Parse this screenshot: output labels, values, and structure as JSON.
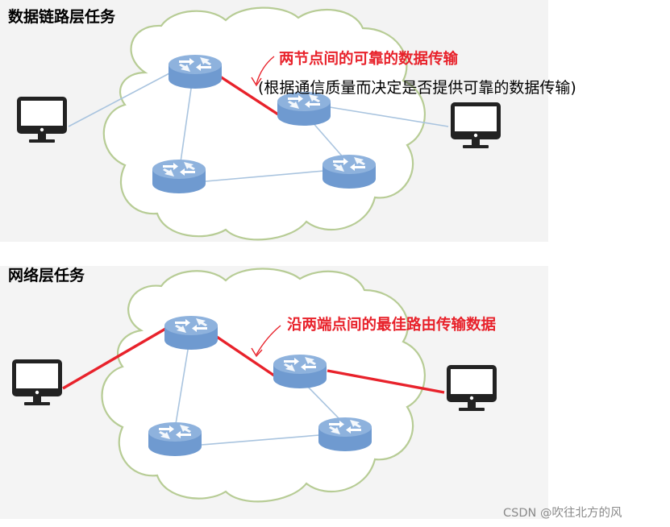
{
  "sections": {
    "data_link": {
      "title": "数据链路层任务",
      "annotation_main": "两节点间的可靠的数据传输",
      "annotation_detail": "(根据通信质量而决定是否提供可靠的数据传输)"
    },
    "network": {
      "title": "网络层任务",
      "annotation_main": "沿两端点间的最佳路由传输数据"
    }
  },
  "watermark": "CSDN @吹往北方的风",
  "colors": {
    "highlight_link": "#e8222b",
    "normal_link": "#a9c4df",
    "router_top": "#8eb2dd",
    "router_body": "#6f9ad0",
    "cloud_outline": "#b7cc95",
    "cloud_fill": "#ffffff"
  },
  "icons": {
    "router": "router-icon",
    "computer": "monitor-icon",
    "pointer": "hand-drawn-arrow"
  }
}
